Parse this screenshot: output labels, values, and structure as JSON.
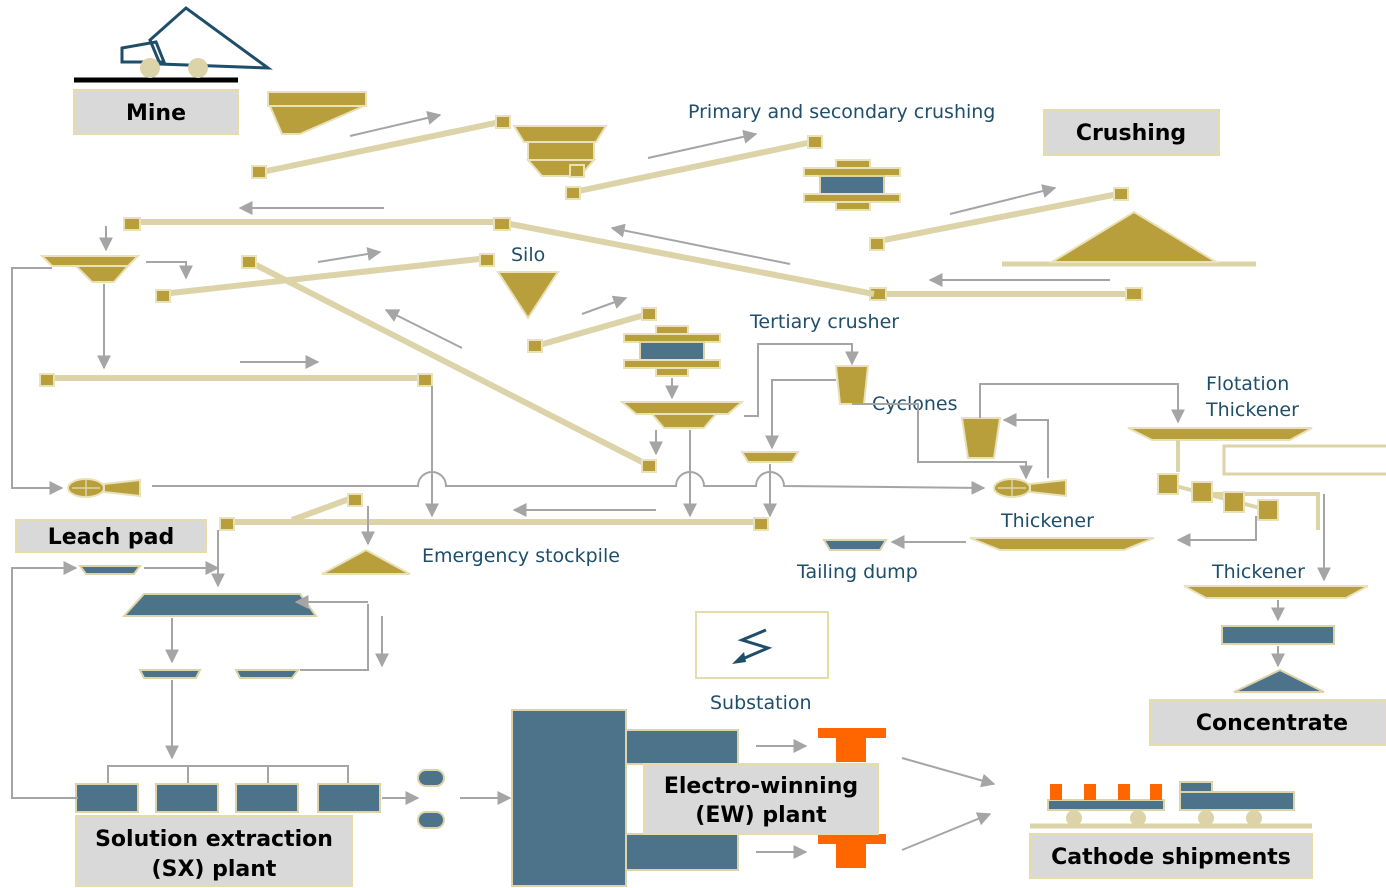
{
  "labels": {
    "mine": "Mine",
    "crushing": "Crushing",
    "primary_secondary": "Primary and secondary crushing",
    "silo": "Silo",
    "tertiary": "Tertiary crusher",
    "cyclones": "Cyclones",
    "flotation_line1": "Flotation",
    "flotation_line2": "Thickener",
    "leach_pad": "Leach pad",
    "emergency": "Emergency stockpile",
    "thickener_mid": "Thickener",
    "tailing": "Tailing dump",
    "thickener_right": "Thickener",
    "substation": "Substation",
    "concentrate": "Concentrate",
    "ew_line1": "Electro-winning",
    "ew_line2": "(EW) plant",
    "sx_line1": "Solution extraction",
    "sx_line2": "(SX) plant",
    "cathode": "Cathode shipments"
  },
  "colors": {
    "gold": "#b89f3c",
    "steel_blue": "#4c7389",
    "belt": "#ddd3a8",
    "orange": "#ff6600",
    "flow_arrow": "#a5a5a5",
    "label_box": "#d9d9d9",
    "navy": "#1f4e6b"
  },
  "icons": [
    "haul-truck-icon",
    "lightning-bolt-icon"
  ]
}
